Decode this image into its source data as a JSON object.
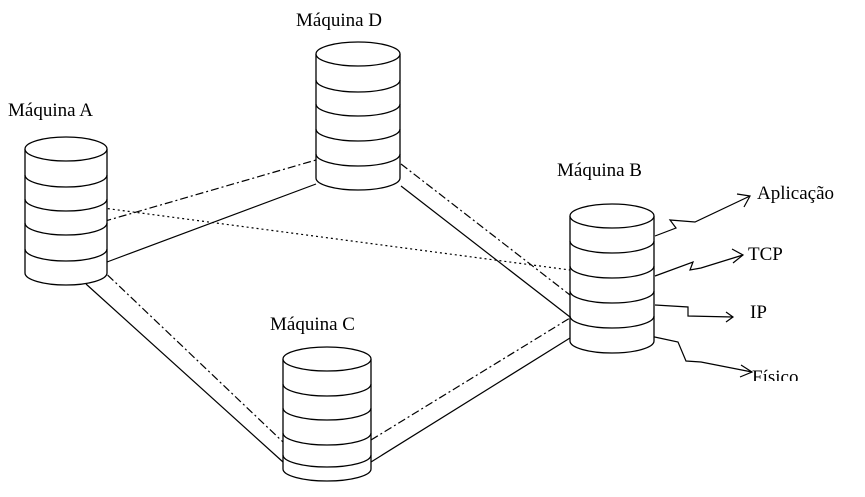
{
  "machines": {
    "a": "Máquina A",
    "b": "Máquina B",
    "c": "Máquina C",
    "d": "Máquina D"
  },
  "layers": {
    "application": "Aplicação",
    "tcp": "TCP",
    "ip": "IP",
    "physical": "Físico"
  }
}
